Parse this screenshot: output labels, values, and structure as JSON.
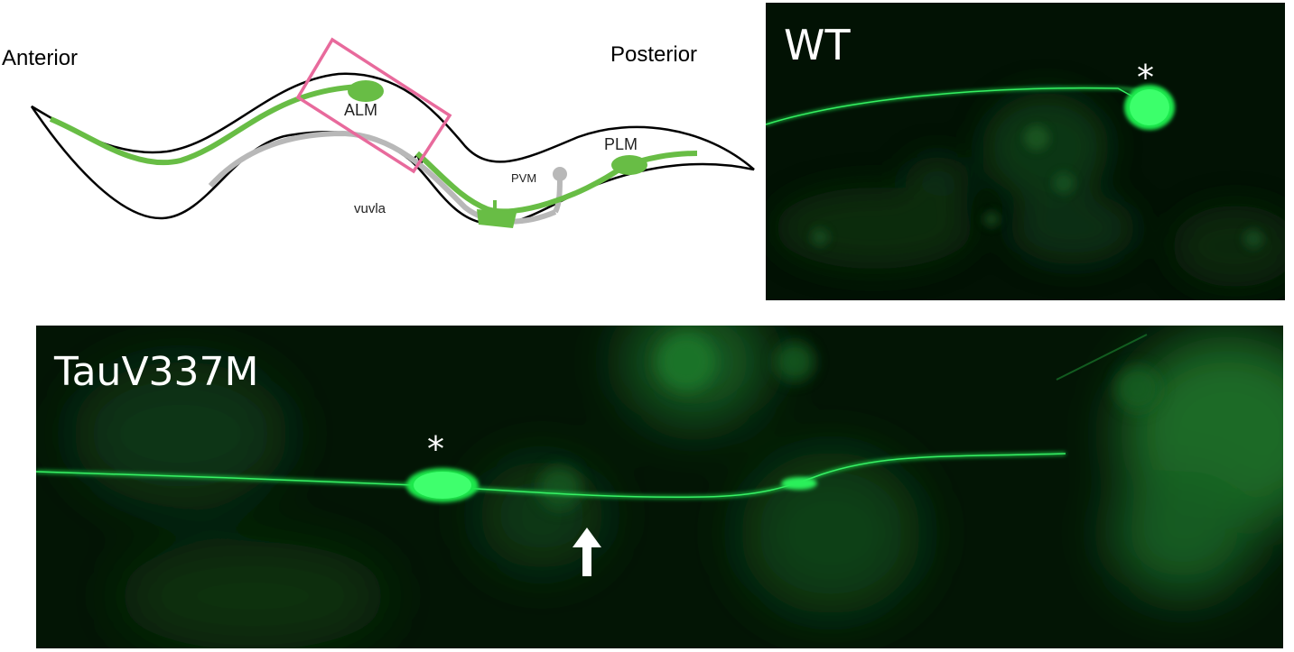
{
  "schematic": {
    "labels": {
      "anterior": "Anterior",
      "posterior": "Posterior",
      "alm": "ALM",
      "plm": "PLM",
      "pvm": "PVM",
      "vulva": "vuvla"
    },
    "colors": {
      "neuron_green": "#68bd45",
      "pvm_gray": "#b8b8b8",
      "outline": "#000000",
      "highlight_box": "#e86a9c"
    }
  },
  "panels": {
    "wt": {
      "label": "WT",
      "soma_marker": "*"
    },
    "tau": {
      "label": "TauV337M",
      "soma_marker": "*",
      "arrow_icon": "up-arrow-icon"
    },
    "colors": {
      "background": "#021204",
      "gfp": "#19e84a"
    }
  }
}
